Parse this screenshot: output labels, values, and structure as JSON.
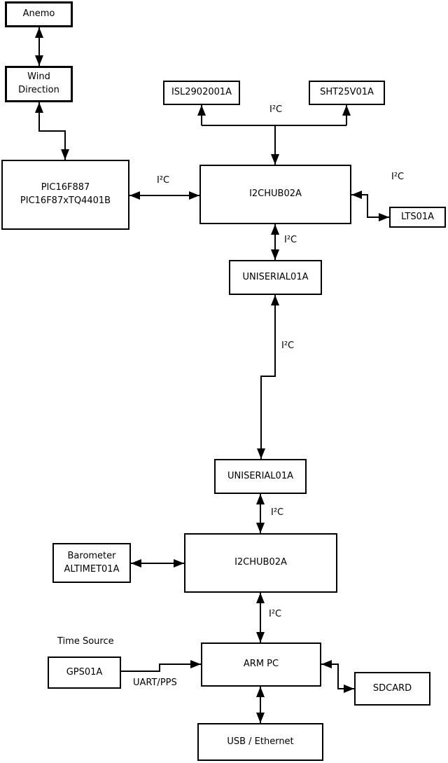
{
  "diagram": {
    "nodes": {
      "anemo": {
        "label": "Anemo"
      },
      "wind_direction": {
        "label": "Wind\nDirection"
      },
      "pic": {
        "label": "PIC16F887\nPIC16F87xTQ4401B"
      },
      "isl": {
        "label": "ISL2902001A"
      },
      "sht": {
        "label": "SHT25V01A"
      },
      "i2chub_top": {
        "label": "I2CHUB02A"
      },
      "lts": {
        "label": "LTS01A"
      },
      "uniserial_top": {
        "label": "UNISERIAL01A"
      },
      "uniserial_bottom": {
        "label": "UNISERIAL01A"
      },
      "i2chub_bottom": {
        "label": "I2CHUB02A"
      },
      "barometer": {
        "label": "Barometer\nALTIMET01A"
      },
      "arm_pc": {
        "label": "ARM PC"
      },
      "gps": {
        "label": "GPS01A"
      },
      "sdcard": {
        "label": "SDCARD"
      },
      "usb_ethernet": {
        "label": "USB / Ethernet"
      }
    },
    "edge_labels": {
      "i2c": "I²C",
      "time_source": "Time Source",
      "uart_pps": "UART/PPS"
    },
    "colors": {
      "line": "#000000",
      "background": "#ffffff"
    }
  }
}
